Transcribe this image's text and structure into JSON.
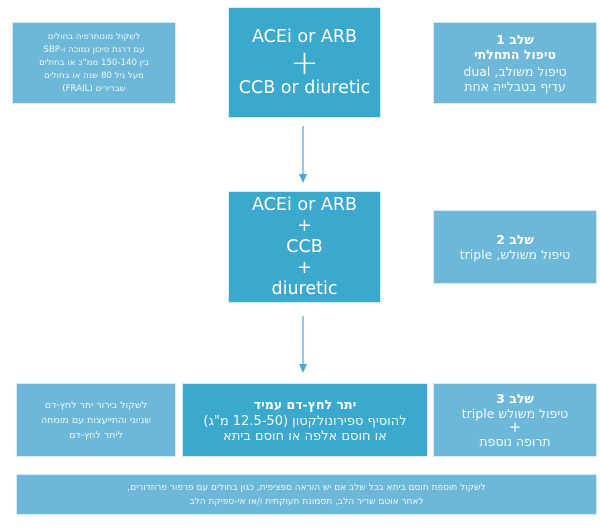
{
  "colors": {
    "dark_box": "#3ba8ce",
    "light_box": "#6db8d8",
    "arrow": "#4aa8d8"
  },
  "step1": {
    "note_lines": [
      "לשקול מונותרפיה בחולים",
      "עם דרגת סיכון נמוכה ו-SBP",
      "בין 150-140 ממ\"כ או בחולים",
      "מעל גיל 80 שנה או בחולים",
      "שברירים (FRAIL)"
    ],
    "drug_first": "ACEi or ARB",
    "plus": "+",
    "drug_second": "CCB or diuretic",
    "stage_title_lines": [
      "שלב 1",
      "טיפול התחלתי"
    ],
    "stage_text_lines": [
      "טיפול משולב, dual",
      "עדיף בטבלייה אחת"
    ]
  },
  "step2": {
    "drug_lines": [
      "ACEi or ARB",
      "+",
      "CCB",
      "+",
      "diuretic"
    ],
    "stage_title": "שלב 2",
    "stage_text": "טיפול משולש, triple"
  },
  "step3": {
    "note_lines": [
      "לשקול בירור יתר לחץ-דם",
      "שניוני והתייעצות עם מומחה",
      "ליתר לחץ-דם"
    ],
    "resistant_title": "יתר לחץ-דם עמיד",
    "resistant_lines": [
      "להוסיף ספירונולקטון (12.5-50 מ\"ג)",
      "או חוסם אלפה או חוסם ביתא"
    ],
    "stage_title": "שלב 3",
    "stage_text_lines": [
      "טיפול משולש triple",
      "+",
      "תרופה נוספת"
    ]
  },
  "footer": {
    "lines": [
      "לשקול תוספת חוסם ביתא בכל שלב אם יש הוראה ספציפית, כגון בחולים עם פרפור פרוזדורים,",
      "לאחר אוטם שריר הלב, תסמונת תעוקתית ו/או אי-ספיקת הלב"
    ]
  }
}
